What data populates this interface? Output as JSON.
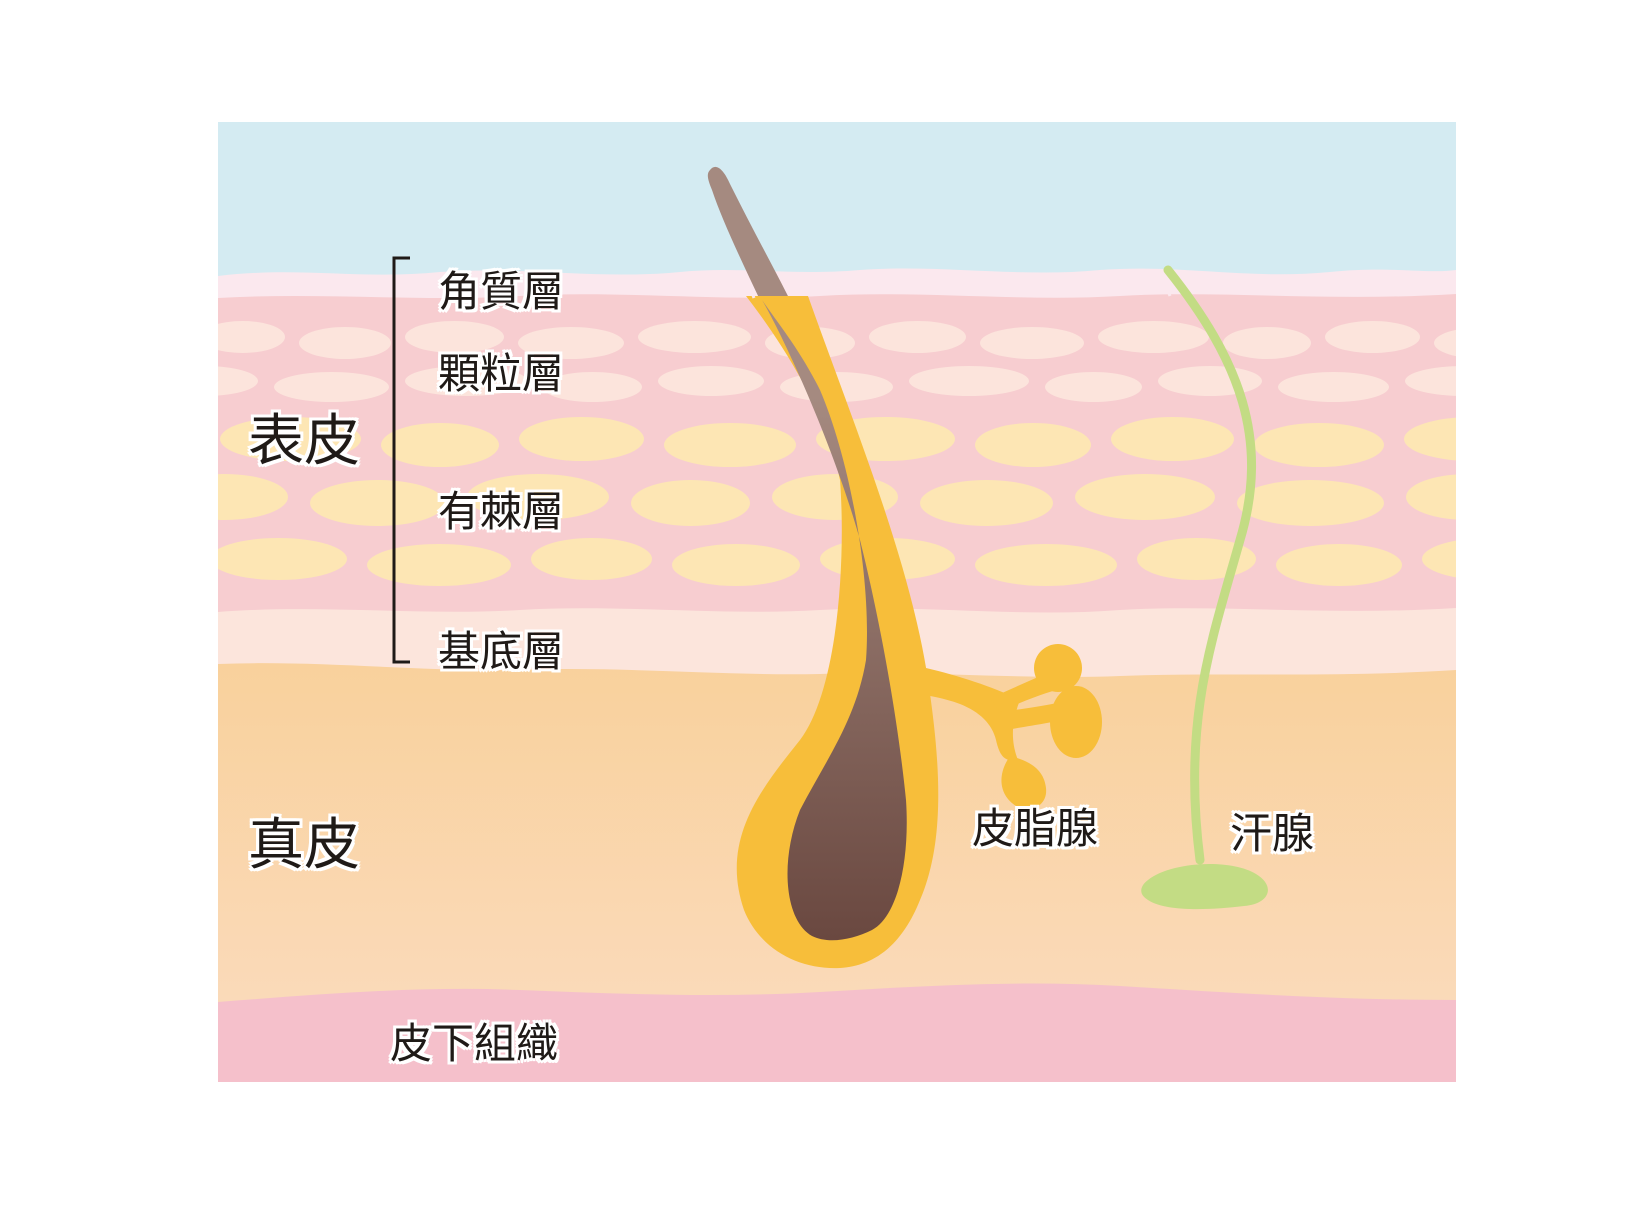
{
  "labels": {
    "epidermis": "表皮",
    "stratum_corneum": "角質層",
    "stratum_granulosum": "顆粒層",
    "stratum_spinosum": "有棘層",
    "stratum_basale": "基底層",
    "dermis": "真皮",
    "sebaceous_gland": "皮脂腺",
    "sweat_gland": "汗腺",
    "subcutaneous_tissue": "皮下組織"
  },
  "colors": {
    "background": "#ffffff",
    "air": "#d4ebf2",
    "corneum": "#fbe8ee",
    "epidermis": "#f7cdd0",
    "cell_light": "#fce4dc",
    "cell_yellow": "#fde6b4",
    "basal": "#fce5dc",
    "dermis_top": "#f9d19c",
    "dermis_bottom": "#fadcc0",
    "subcutaneous": "#f5c0cb",
    "follicle": "#f7be3a",
    "hair_light": "#a58a80",
    "hair_dark": "#6a4840",
    "sweat_gland": "#c3dc84",
    "text": "#1f1a17"
  }
}
